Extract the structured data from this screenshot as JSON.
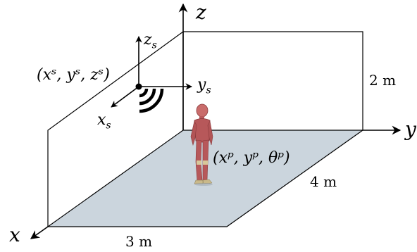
{
  "axes": {
    "z": "z",
    "y": "y",
    "x": "x"
  },
  "sensor_axes": {
    "zs": "z",
    "zs_sub": "s",
    "ys": "y",
    "ys_sub": "s",
    "xs": "x",
    "xs_sub": "s"
  },
  "sensor_position_label": "(xˢ, yˢ, zˢ)",
  "person_position_label": "(xᵖ, yᵖ, θᵖ)",
  "dimensions": {
    "height": "2 m",
    "depth": "4 m",
    "width": "3 m"
  },
  "colors": {
    "floor": "#cbd5dd",
    "person_skin": "#b7585a",
    "lines": "#000000"
  }
}
